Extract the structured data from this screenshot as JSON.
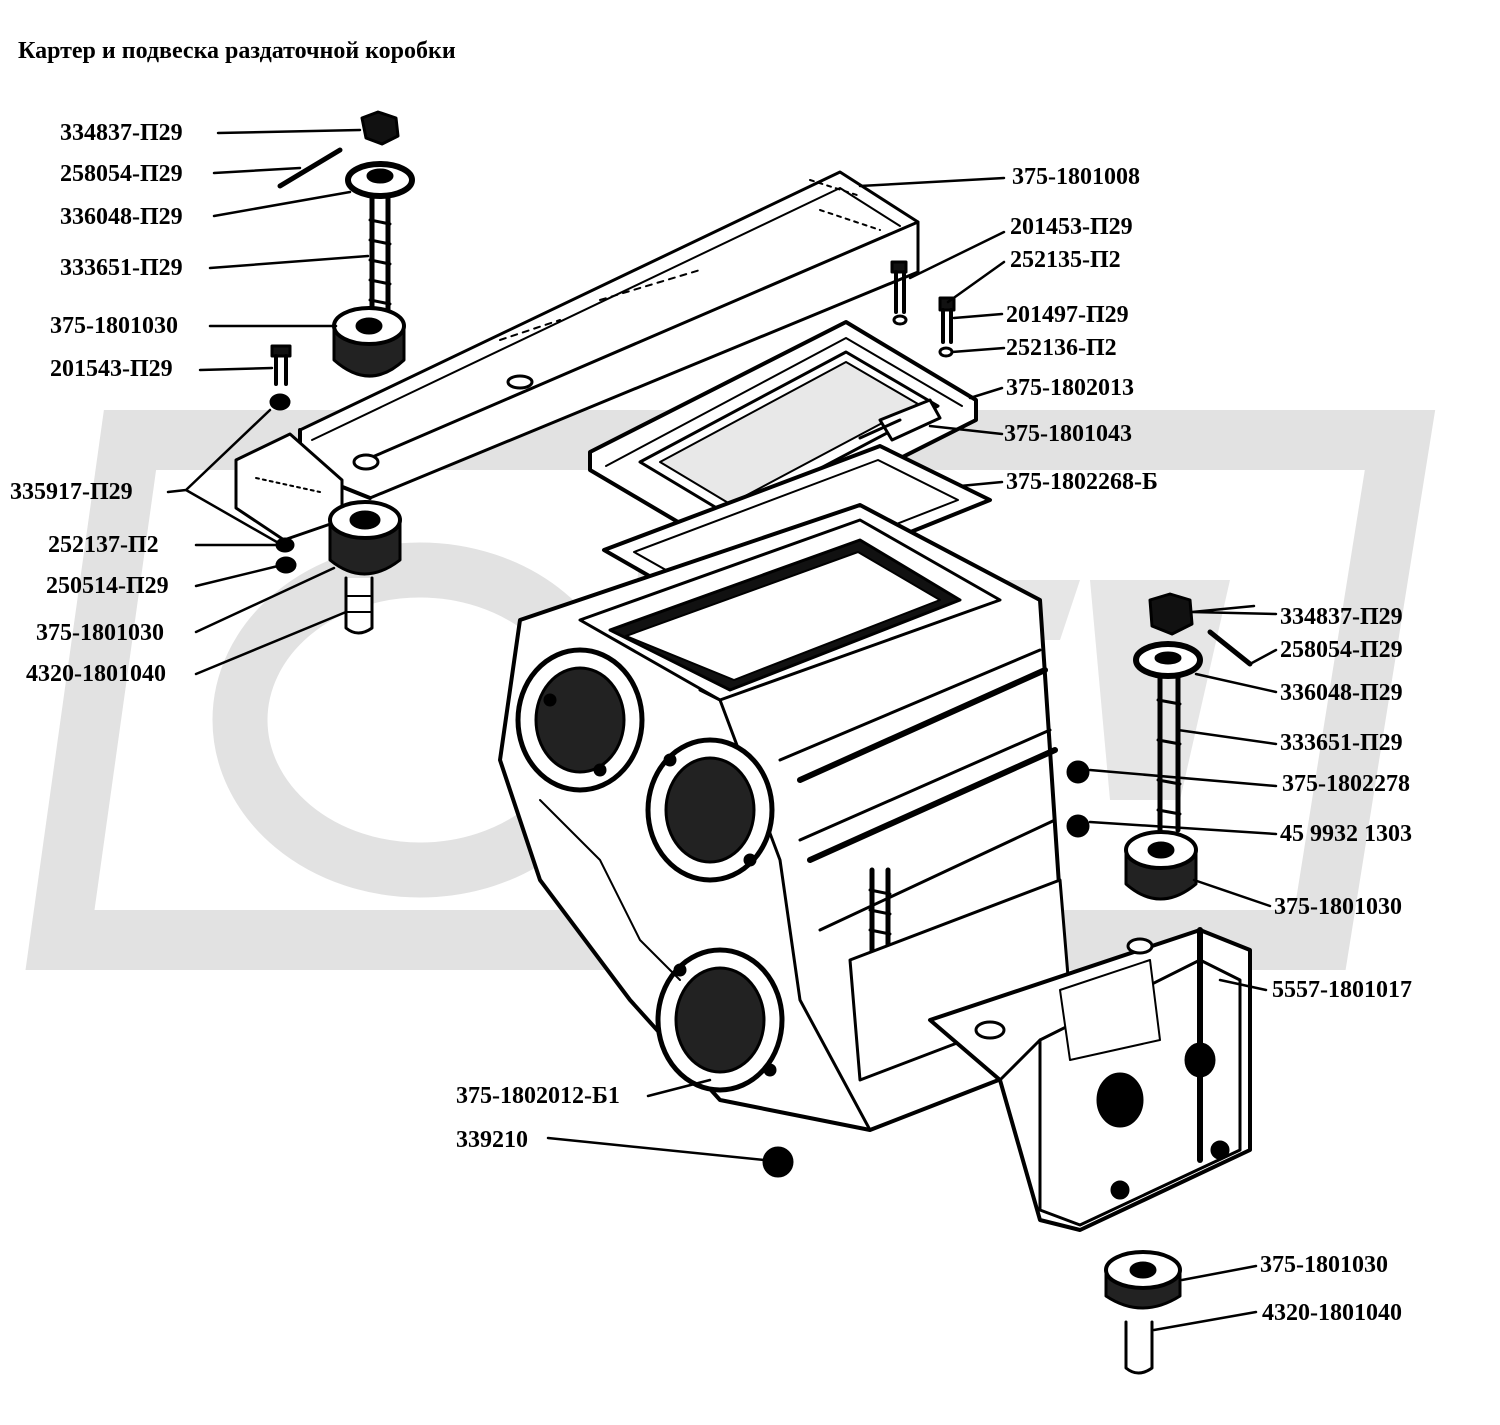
{
  "title": "Картер и подвеска раздаточной коробки",
  "watermark": {
    "text": "OPEX",
    "color": "#dcdcdc"
  },
  "labels": [
    "334837-П29",
    "258054-П29",
    "336048-П29",
    "333651-П29",
    "375-1801030",
    "201543-П29",
    "335917-П29",
    "252137-П2",
    "250514-П29",
    "375-1801030",
    "4320-1801040",
    "375-1801008",
    "201453-П29",
    "252135-П2",
    "201497-П29",
    "252136-П2",
    "375-1802013",
    "375-1801043",
    "375-1802268-Б",
    "334837-П29",
    "258054-П29",
    "336048-П29",
    "333651-П29",
    "375-1802278",
    "45 9932 1303",
    "375-1801030",
    "5557-1801017",
    "375-1802012-Б1",
    "339210",
    "375-1801030",
    "4320-1801040"
  ]
}
